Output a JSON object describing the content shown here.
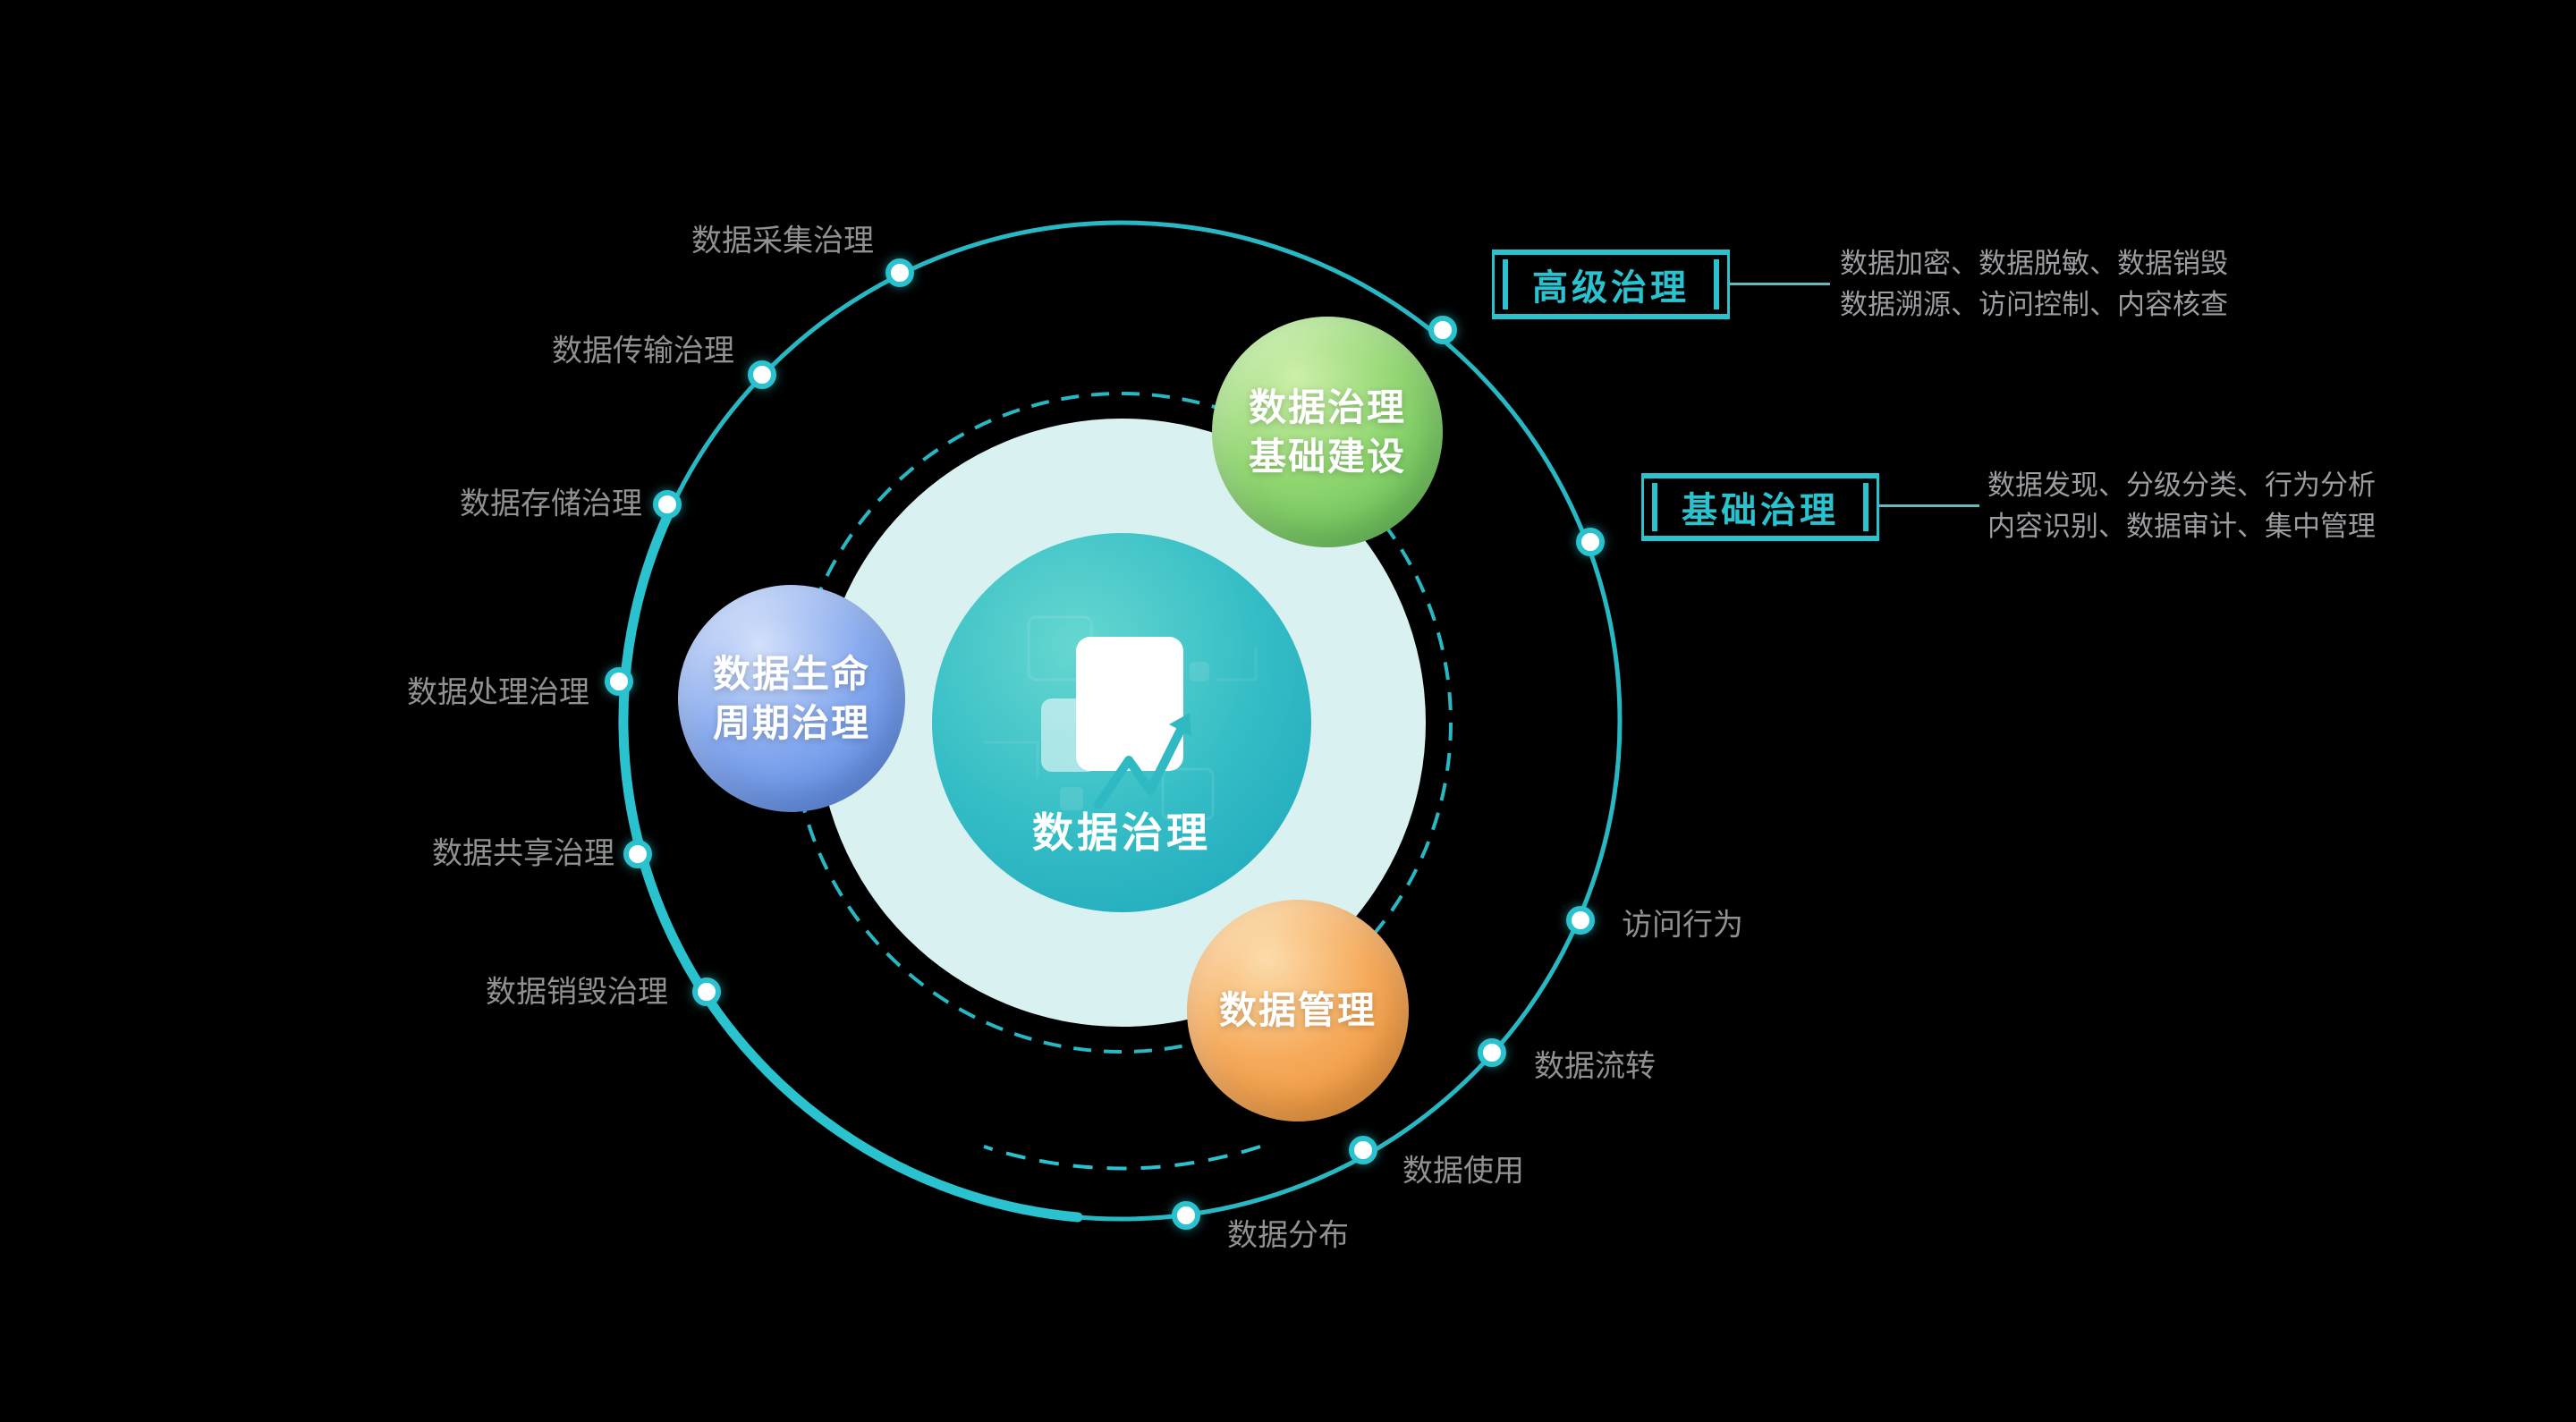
{
  "colors": {
    "accent": "#2AC2CE",
    "label_gray": "#8f9193",
    "desc_gray": "#9b9da0",
    "core_teal": "#36bec6",
    "pale": "#d9f1f0"
  },
  "center": {
    "title": "数据治理"
  },
  "bubbles": {
    "green": {
      "line1": "数据治理",
      "line2": "基础建设"
    },
    "blue": {
      "line1": "数据生命",
      "line2": "周期治理"
    },
    "orange": {
      "line1": "数据管理"
    }
  },
  "left_labels": [
    "数据采集治理",
    "数据传输治理",
    "数据存储治理",
    "数据处理治理",
    "数据共享治理",
    "数据销毁治理"
  ],
  "right_labels": [
    "访问行为",
    "数据流转",
    "数据使用",
    "数据分布"
  ],
  "callouts": [
    {
      "title": "高级治理",
      "line1": "数据加密、数据脱敏、数据销毁",
      "line2": "数据溯源、访问控制、内容核查"
    },
    {
      "title": "基础治理",
      "line1": "数据发现、分级分类、行为分析",
      "line2": "内容识别、数据审计、集中管理"
    }
  ]
}
